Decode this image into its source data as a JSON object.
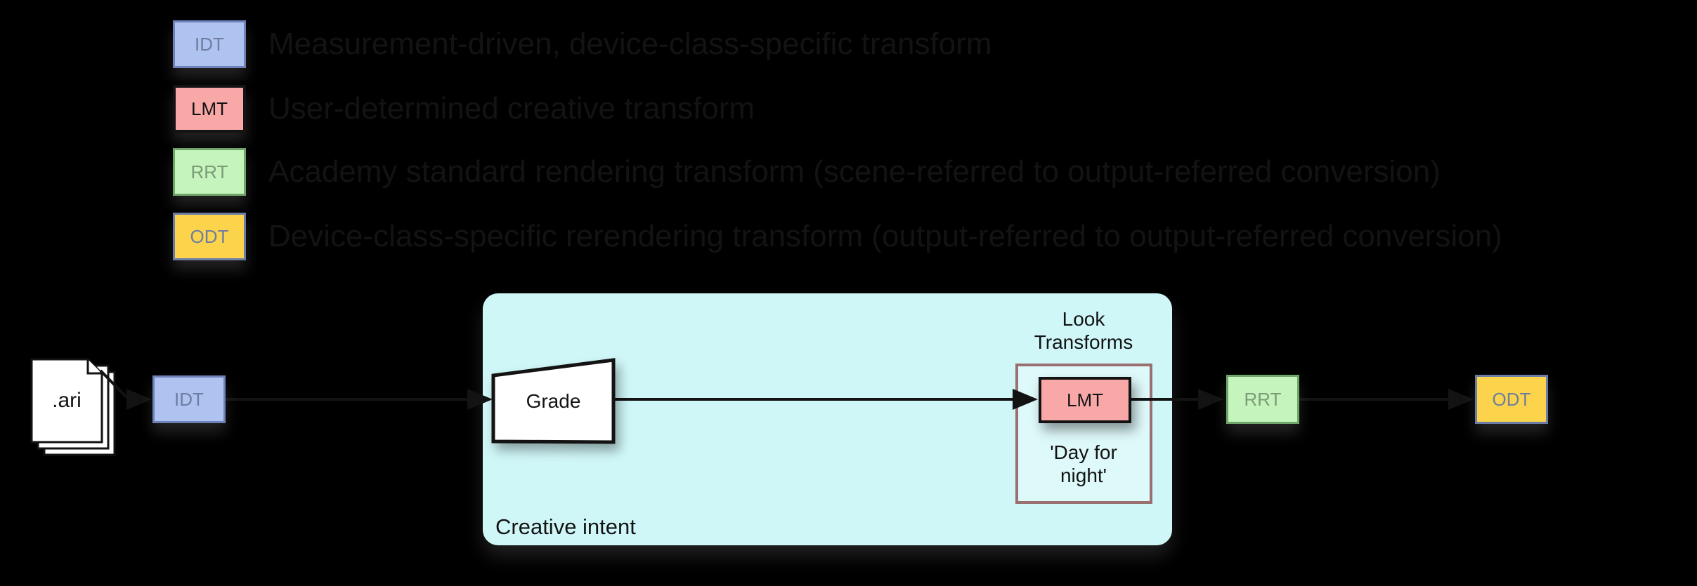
{
  "colors": {
    "background": "#000000",
    "ink": "#131313",
    "white": "#FFFFFF",
    "idt_fill": "#AFC3F1",
    "idt_border": "#6F81B8",
    "idt_text": "#6E7DA0",
    "lmt_fill": "#F9A8A8",
    "rrt_fill": "#C5F5BC",
    "rrt_border": "#6FA569",
    "rrt_text": "#7C9B78",
    "odt_fill": "#FBD44C",
    "odt_border": "#6B7CA6",
    "odt_text": "#6E7DA0",
    "cyan_fill": "#D0F7F8",
    "look_rect_border": "#9A6F6F"
  },
  "legend": {
    "items": [
      {
        "key": "IDT",
        "description": "Measurement-driven, device-class-specific transform"
      },
      {
        "key": "LMT",
        "description": "User-determined creative transform"
      },
      {
        "key": "RRT",
        "description": "Academy standard rendering transform (scene-referred to output-referred conversion)"
      },
      {
        "key": "ODT",
        "description": "Device-class-specific rerendering transform (output-referred to output-referred conversion)"
      }
    ]
  },
  "pipeline": {
    "source_file_label": ".ari",
    "idt_label": "IDT",
    "grade_label": "Grade",
    "creative_intent_label": "Creative intent",
    "look_transforms_label": "Look\nTransforms",
    "lmt_label": "LMT",
    "lmt_example_label": "'Day for\nnight'",
    "rrt_label": "RRT",
    "odt_label": "ODT"
  }
}
